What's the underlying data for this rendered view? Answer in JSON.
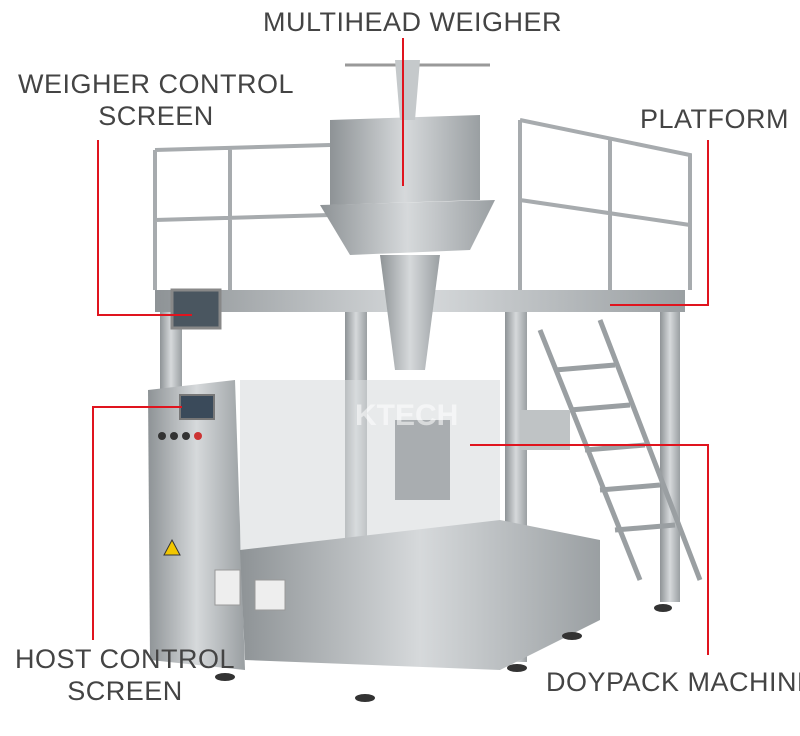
{
  "labels": {
    "multihead_weigher": "MULTIHEAD WEIGHER",
    "weigher_control_line1": "WEIGHER CONTROL",
    "weigher_control_line2": "SCREEN",
    "platform": "PLATFORM",
    "host_control_line1": "HOST CONTROL",
    "host_control_line2": "SCREEN",
    "doypack_machine": "DOYPACK MACHINE"
  },
  "watermark": "KTECH",
  "colors": {
    "leader_line": "#e0141e",
    "label_text": "#444444",
    "steel": "#b9bdc0"
  }
}
